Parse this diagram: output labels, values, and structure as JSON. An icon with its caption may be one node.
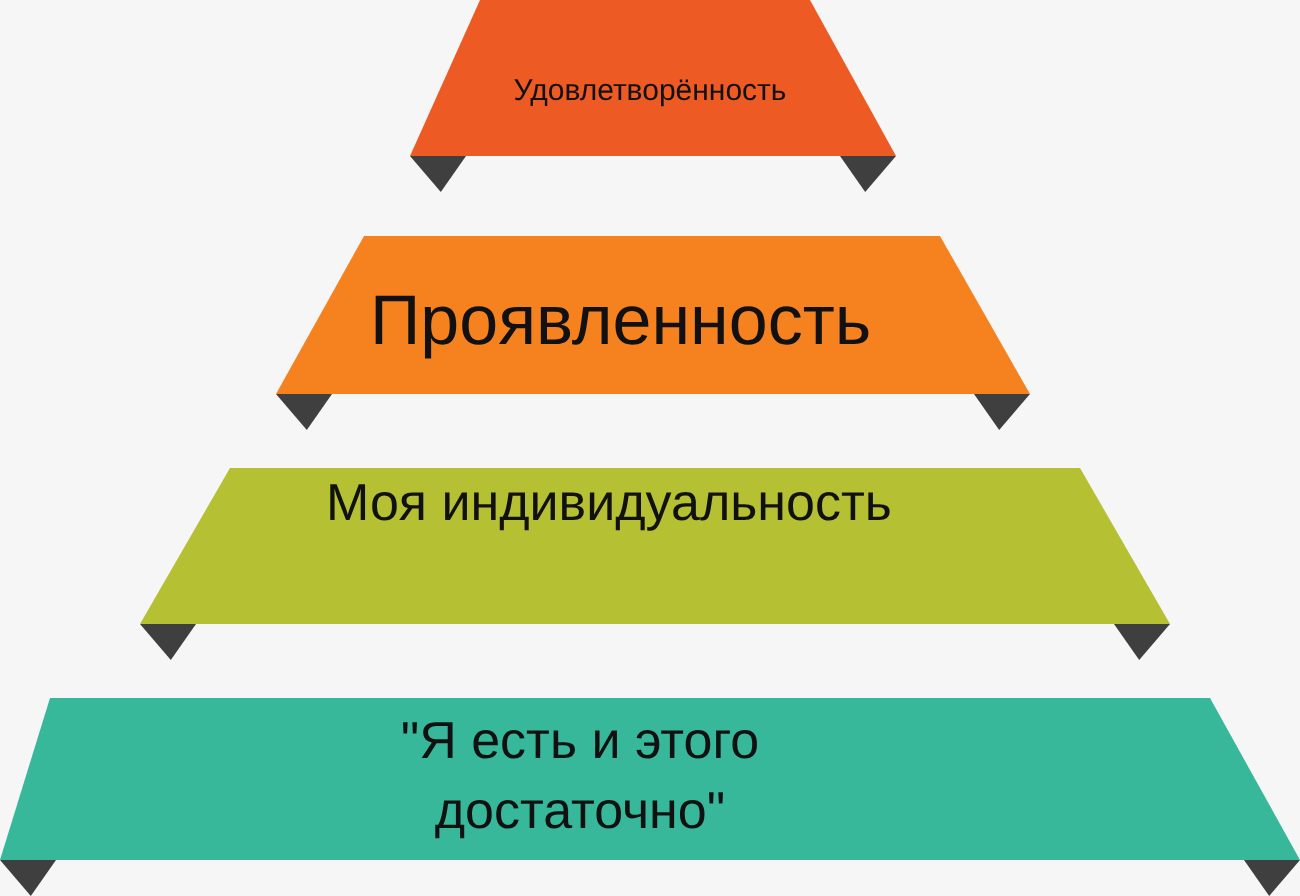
{
  "diagram": {
    "nodes": [
      {
        "text": [
          "Удовлетворённость"
        ]
      },
      {
        "text": [
          "Проявленность"
        ]
      },
      {
        "text": [
          "Моя индивидуальность"
        ]
      },
      {
        "text": [
          "\"Я есть и этого достаточно\""
        ]
      }
    ]
  }
}
